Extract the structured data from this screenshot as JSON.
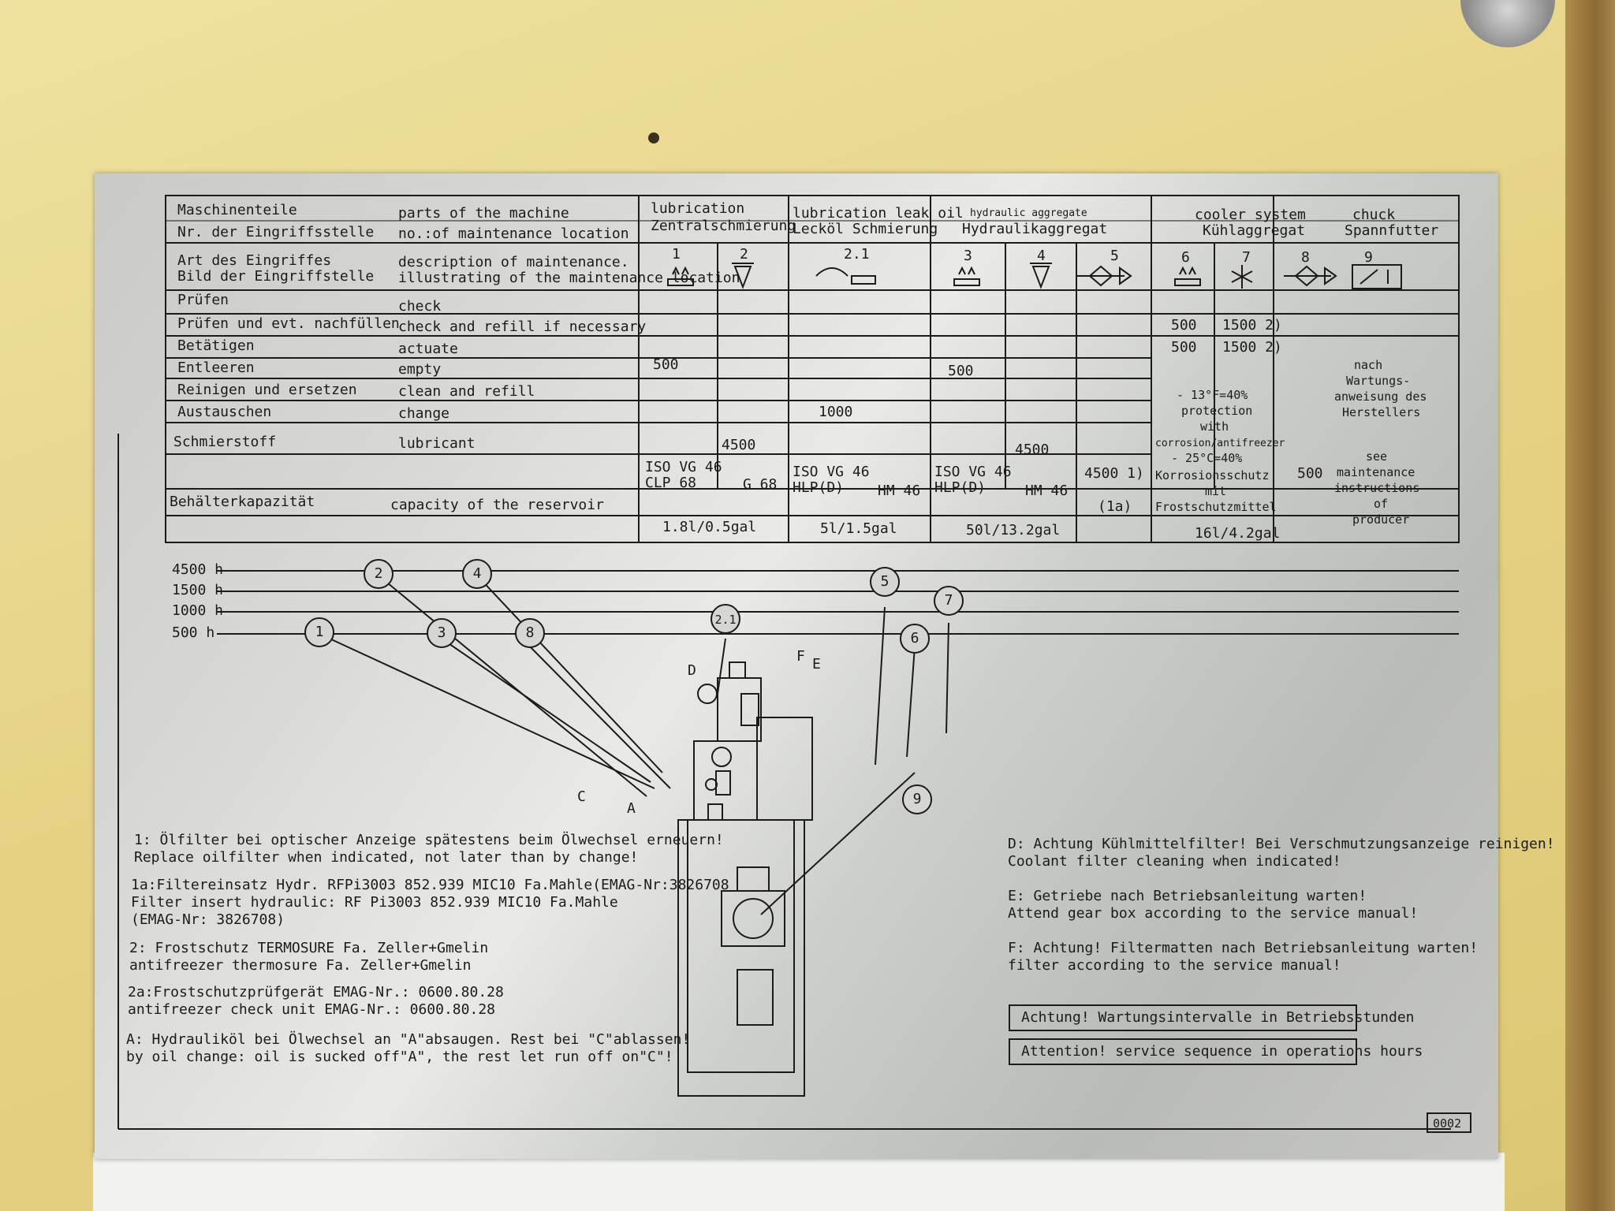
{
  "table": {
    "header": {
      "machine_parts_de": "Maschinenteile",
      "machine_parts_en": "parts of the machine",
      "location_no_de": "Nr. der Eingriffsstelle",
      "location_no_en": "no.:of maintenance location",
      "kind_de_1": "Art des Eingriffes",
      "kind_de_2": "Bild der Eingriffstelle",
      "kind_en_1": "description of maintenance.",
      "kind_en_2": "illustrating of the maintenance location"
    },
    "groups": {
      "lubrication_en": "lubrication",
      "lubrication_de": "Zentralschmierung",
      "leak_en": "lubrication leak oil",
      "leak_de": "Lecköl Schmierung",
      "hydraulic_en": "hydraulic aggregate",
      "hydraulic_de": "Hydraulikaggregat",
      "cooler_en": "cooler system",
      "cooler_de": "Kühlaggregat",
      "chuck_en": "chuck",
      "chuck_de": "Spannfutter"
    },
    "locations": [
      "1",
      "2",
      "2.1",
      "3",
      "4",
      "5",
      "6",
      "7",
      "8",
      "9"
    ],
    "icons": [
      "check-oil-icon",
      "filter-change-icon",
      "leak-oil-icon",
      "check-oil-icon",
      "filter-change-icon",
      "filter-icon",
      "check-coolant-icon",
      "snowflake-icon",
      "filter-icon",
      "chuck-grease-icon"
    ],
    "rows": [
      {
        "de": "Prüfen",
        "en": "check"
      },
      {
        "de": "Prüfen und evt. nachfüllen",
        "en": "check and refill if necessary"
      },
      {
        "de": "Betätigen",
        "en": "actuate"
      },
      {
        "de": "Entleeren",
        "en": "empty"
      },
      {
        "de": "Reinigen und ersetzen",
        "en": "clean and refill"
      },
      {
        "de": "Austauschen",
        "en": "change"
      },
      {
        "de": "Schmierstoff",
        "en": "lubricant"
      },
      {
        "de": "Behälterkapazität",
        "en": "capacity of the reservoir"
      }
    ],
    "values": {
      "check_6": "500",
      "check_7": "1500  2)",
      "refill_1": "500",
      "refill_3": "500",
      "refill_6": "500",
      "refill_7": "1500  2)",
      "empty_21": "1000",
      "clean_2": "4500",
      "clean_4": "4500",
      "change_5": "4500  1)",
      "change_8": "500",
      "lub_1a": "ISO VG 46",
      "lub_1b": "CLP 68",
      "lub_2": "G 68",
      "lub_21a": "ISO VG 46",
      "lub_21b": "HLP(D)",
      "lub_21c": "HM 46",
      "lub_3a": "ISO VG 46",
      "lub_3b": "HLP(D)",
      "lub_4": "HM 46",
      "lub_5": "(1a)",
      "cap_1": "1.8l/0.5gal",
      "cap_21": "5l/1.5gal",
      "cap_3": "50l/13.2gal",
      "cap_6": "16l/4.2gal"
    },
    "cooler_note": [
      "- 13°F=40%",
      "protection",
      "with",
      "corrosion/antifreezer",
      "- 25°C=40%",
      "Korrosionsschutz",
      "mit",
      "Frostschutzmittel"
    ],
    "chuck_note_de": [
      "nach",
      "Wartungs-",
      "anweisung des",
      "Herstellers"
    ],
    "chuck_note_en": [
      "see",
      "maintenance",
      "instructions",
      "of",
      "producer"
    ]
  },
  "diagram": {
    "intervals": [
      "4500 h",
      "1500 h",
      "1000 h",
      "500 h"
    ],
    "callouts": [
      "1",
      "2",
      "3",
      "4",
      "8",
      "2.1",
      "5",
      "6",
      "7",
      "9"
    ],
    "letters": [
      "D",
      "F",
      "E",
      "C",
      "A"
    ]
  },
  "notes_left": [
    "1: Ölfilter bei optischer Anzeige spätestens beim Ölwechsel erneuern!",
    "   Replace oilfilter when indicated, not later than by change!",
    "1a:Filtereinsatz Hydr. RFPi3003 852.939 MIC10 Fa.Mahle(EMAG-Nr:3826708",
    "   Filter insert hydraulic: RF Pi3003 852.939 MIC10 Fa.Mahle",
    "   (EMAG-Nr: 3826708)",
    "2: Frostschutz TERMOSURE Fa. Zeller+Gmelin",
    "   antifreezer thermosure Fa. Zeller+Gmelin",
    "2a:Frostschutzprüfgerät EMAG-Nr.: 0600.80.28",
    "   antifreezer check unit EMAG-Nr.: 0600.80.28",
    "A: Hydrauliköl bei Ölwechsel an \"A\"absaugen. Rest bei \"C\"ablassen!",
    "   by oil change: oil is sucked off\"A\", the rest let run off on\"C\"!"
  ],
  "notes_right": [
    "D: Achtung Kühlmittelfilter! Bei Verschmutzungsanzeige reinigen!",
    "   Coolant filter cleaning when indicated!",
    "E: Getriebe nach Betriebsanleitung warten!",
    "   Attend gear box according to the service manual!",
    "F: Achtung! Filtermatten nach Betriebsanleitung warten!",
    "   filter according to the service manual!"
  ],
  "banner_de": "Achtung! Wartungsintervalle in Betriebsstunden",
  "banner_en": "Attention! service sequence in operations hours",
  "plate_code": "0002",
  "colors": {
    "plate": "#d4d5d1",
    "ink": "#1b1b1b",
    "wall": "#e6d386"
  }
}
